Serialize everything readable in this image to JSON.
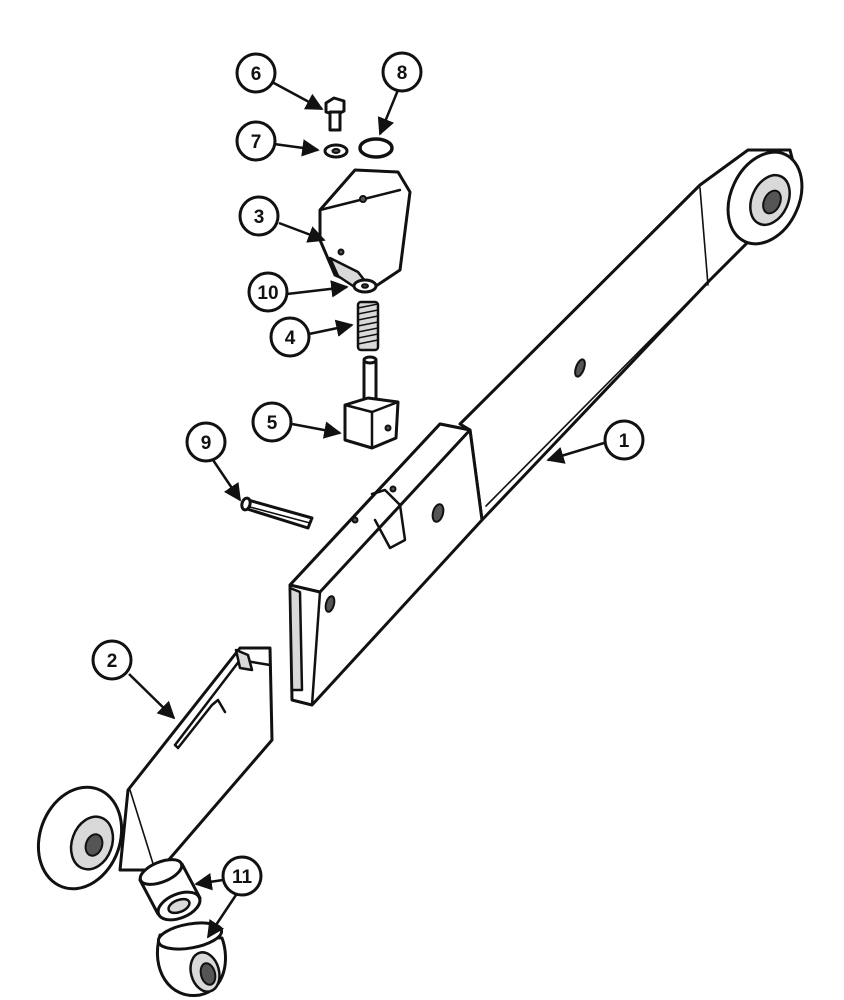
{
  "callouts": {
    "c1": "1",
    "c2": "2",
    "c3": "3",
    "c4": "4",
    "c5": "5",
    "c6": "6",
    "c7": "7",
    "c8": "8",
    "c9": "9",
    "c10": "10",
    "c11": "11"
  },
  "colors": {
    "ink": "#111111",
    "background": "#ffffff",
    "shading": "#d9d9d9"
  }
}
